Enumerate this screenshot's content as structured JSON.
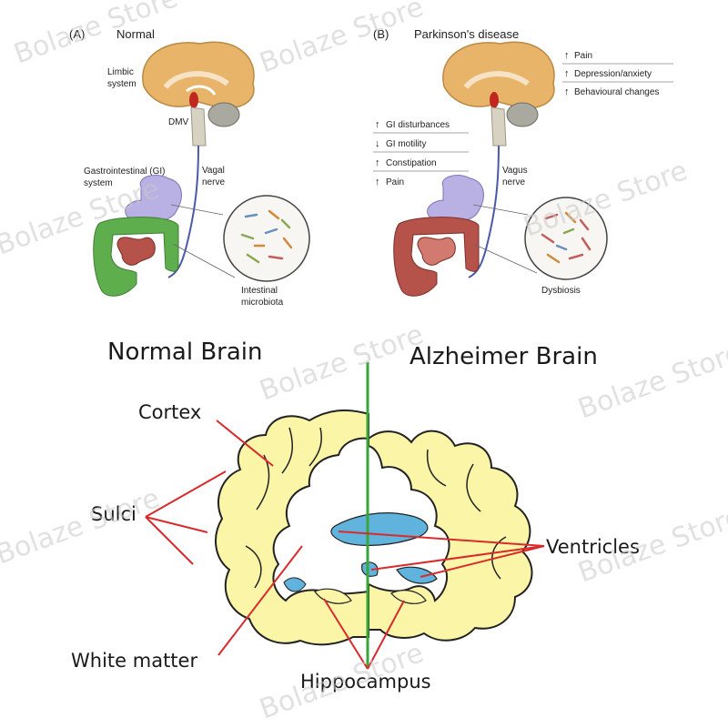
{
  "top": {
    "panel_a": {
      "letter": "(A)",
      "title": "Normal",
      "limbic_line1": "Limbic",
      "limbic_line2": "system",
      "dmv": "DMV",
      "gi_line1": "Gastrointestinal (GI)",
      "gi_line2": "system",
      "vagal_line1": "Vagal",
      "vagal_line2": "nerve",
      "microbiota_line1": "Intestinal",
      "microbiota_line2": "microbiota"
    },
    "panel_b": {
      "letter": "(B)",
      "title": "Parkinson's disease",
      "symptoms_right": [
        {
          "arrow": "↑",
          "text": "Pain"
        },
        {
          "arrow": "↑",
          "text": "Depression/anxiety"
        },
        {
          "arrow": "↑",
          "text": "Behavioural changes"
        }
      ],
      "symptoms_left": [
        {
          "arrow": "↑",
          "text": "GI disturbances"
        },
        {
          "arrow": "↓",
          "text": "GI motility"
        },
        {
          "arrow": "↑",
          "text": "Constipation"
        },
        {
          "arrow": "↑",
          "text": "Pain"
        }
      ],
      "vagus_line1": "Vagus",
      "vagus_line2": "nerve",
      "dysbiosis": "Dysbiosis"
    }
  },
  "bottom": {
    "normal_title": "Normal Brain",
    "alz_title": "Alzheimer Brain",
    "cortex": "Cortex",
    "sulci": "Sulci",
    "white_matter": "White matter",
    "ventricles": "Ventricles",
    "hippocampus": "Hippocampus"
  },
  "watermark": "Bolaze Store",
  "colors": {
    "cortex_fill": "#fbf5a8",
    "ventricle_fill": "#5fb3dc",
    "pointer_line": "#d92b2b",
    "divider": "#3aa63a",
    "gut_normal": "#5fae4e",
    "gut_disease": "#b5524a",
    "stomach": "#b9b0e3",
    "brain": "#e8b46a"
  }
}
